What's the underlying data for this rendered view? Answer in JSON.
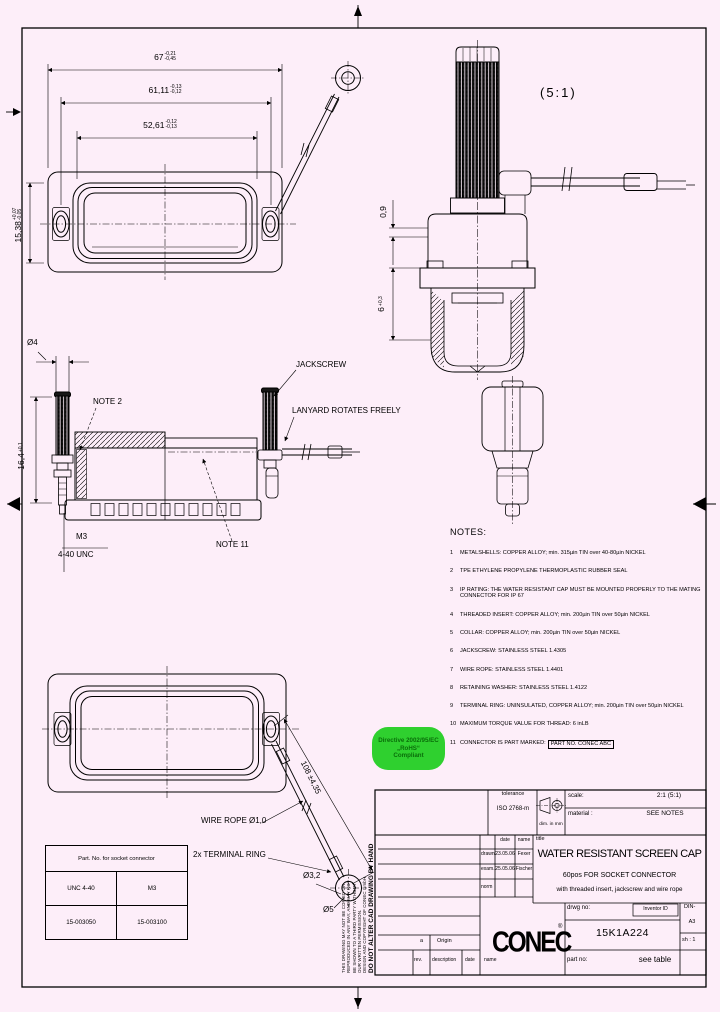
{
  "sheet": {
    "detail_scale": "(5:1)",
    "colors": {
      "background": "#fdeef9",
      "badge_bg": "#2fd02f",
      "badge_text": "#0a6e0a",
      "line": "#000000"
    }
  },
  "dims": {
    "d67": {
      "v": "67",
      "hi": "-0,21",
      "lo": "-0,45"
    },
    "d6111": {
      "v": "61,11",
      "hi": "-0,13",
      "lo": "-0,12"
    },
    "d5261": {
      "v": "52,61",
      "hi": "-0,12",
      "lo": "-0,13"
    },
    "d1538": {
      "v": "15,38",
      "hi": "+0,07",
      "lo": "-0,05"
    },
    "d164": {
      "v": "16,4",
      "hi": "+0,1"
    },
    "d09": "0,9",
    "d6": {
      "v": "6",
      "hi": "+0,3"
    },
    "d108": "108 ±4,35",
    "dia4": "Ø4",
    "dia32": "Ø3,2",
    "dia5": "Ø5",
    "m3": "M3",
    "unc": "4-40 UNC"
  },
  "callouts": {
    "jackscrew": "JACKSCREW",
    "lanyard": "LANYARD ROTATES FREELY",
    "note2": "NOTE 2",
    "note11": "NOTE 11",
    "wire_rope": "WIRE ROPE Ø1,0",
    "terminal_ring": "2x TERMINAL RING"
  },
  "badge": {
    "line1": "Directive 2002/95/EC",
    "line2": "„RoHS“",
    "line3": "Compliant"
  },
  "notes": {
    "heading": "NOTES:",
    "items": [
      {
        "no": "1",
        "text": "METALSHELLS: COPPER ALLOY; min. 315µin TIN over 40-80µin NICKEL"
      },
      {
        "no": "2",
        "text": "TPE ETHYLENE PROPYLENE THERMOPLASTIC RUBBER SEAL"
      },
      {
        "no": "3",
        "text": "IP RATING: THE WATER RESISTANT CAP MUST BE MOUNTED PROPERLY TO THE MATING CONNECTOR FOR IP 67"
      },
      {
        "no": "4",
        "text": "THREADED INSERT: COPPER ALLOY; min. 200µin TIN over 50µin NICKEL"
      },
      {
        "no": "5",
        "text": "COLLAR: COPPER ALLOY; min. 200µin TIN over 50µin NICKEL"
      },
      {
        "no": "6",
        "text": "JACKSCREW: STAINLESS STEEL 1.4305"
      },
      {
        "no": "7",
        "text": "WIRE ROPE: STAINLESS STEEL 1.4401"
      },
      {
        "no": "8",
        "text": "RETAINING WASHER: STAINLESS STEEL 1.4122"
      },
      {
        "no": "9",
        "text": "TERMINAL RING: UNINSULATED, COPPER ALLOY; min. 200µin TIN over 50µin NICKEL"
      },
      {
        "no": "10",
        "text": "MAXIMUM TORQUE VALUE FOR THREAD: 6 inLB"
      },
      {
        "no": "11",
        "text": "CONNECTOR IS PART MARKED:",
        "boxed": "PART NO. CONEC ABC"
      }
    ]
  },
  "part_table": {
    "header": "Part. No. for socket connector",
    "rows": [
      [
        "UNC 4-40",
        "M3"
      ],
      [
        "15-003050",
        "15-003100"
      ]
    ]
  },
  "title_block": {
    "tolerance_label": "tolerance",
    "tolerance_value": "ISO 2768-m",
    "dim_unit": "dim. in mm",
    "scale_label": "scale:",
    "scale_value": "2:1 (5:1)",
    "material_label": "material :",
    "material_value": "SEE NOTES",
    "col_date": "date",
    "col_name": "name",
    "row_drawn_label": "drawn",
    "row_drawn_date": "23.05.06",
    "row_drawn_name": "Fexer",
    "row_exam_label": "exam.",
    "row_exam_date": "25.05.06",
    "row_exam_name": "Fischer",
    "row_norm_label": "norm",
    "title_label": "title",
    "title_line1": "WATER RESISTANT SCREEN CAP",
    "title_line2": "60pos FOR SOCKET CONNECTOR",
    "title_line3": "with threaded insert, jackscrew and wire rope",
    "drwg_no_label": "drwg no:",
    "drwg_no": "15K1A224",
    "inventor_id": "Inventor ID",
    "paper_line1": "DIN-",
    "paper_line2": "A3",
    "sheet_no": "sh : 1",
    "part_no_label": "part no:",
    "part_no_value": "see table",
    "logo_text": "CONEC",
    "logo_reg": "®",
    "rev_a": "a",
    "rev_origin": "Origin",
    "col_rev": "rev.",
    "col_description": "description",
    "col_date2": "date",
    "col_name2": "name",
    "disclaimer": [
      "THIS DRAWING MAY NOT BE COPIED OR",
      "REPRODUCED IN ANY WAY, AND MAY NOT",
      "BE SHOWN TO A THIRD PARTY WITHOUT",
      "OUR WRITTEN PERMISSION.",
      "DESIGN AND COPYRIGHT OF CONEC GmbH"
    ],
    "disclaimer_bold": "DO NOT ALTER CAD DRAWING BY HAND"
  }
}
